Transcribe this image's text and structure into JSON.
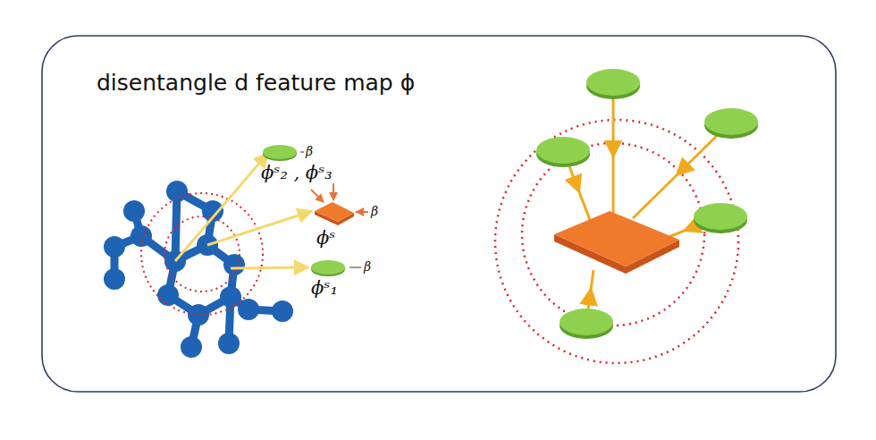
{
  "diagram": {
    "title": "disentangle d feature map ϕ",
    "nodes": [
      {
        "text": [
          "ϕˢ₂ , ϕˢ₃"
        ]
      },
      {
        "text": [
          "ϕˢ"
        ]
      },
      {
        "text": [
          "ϕˢ₁"
        ]
      }
    ],
    "labels": [
      "β",
      "β",
      "β"
    ]
  }
}
